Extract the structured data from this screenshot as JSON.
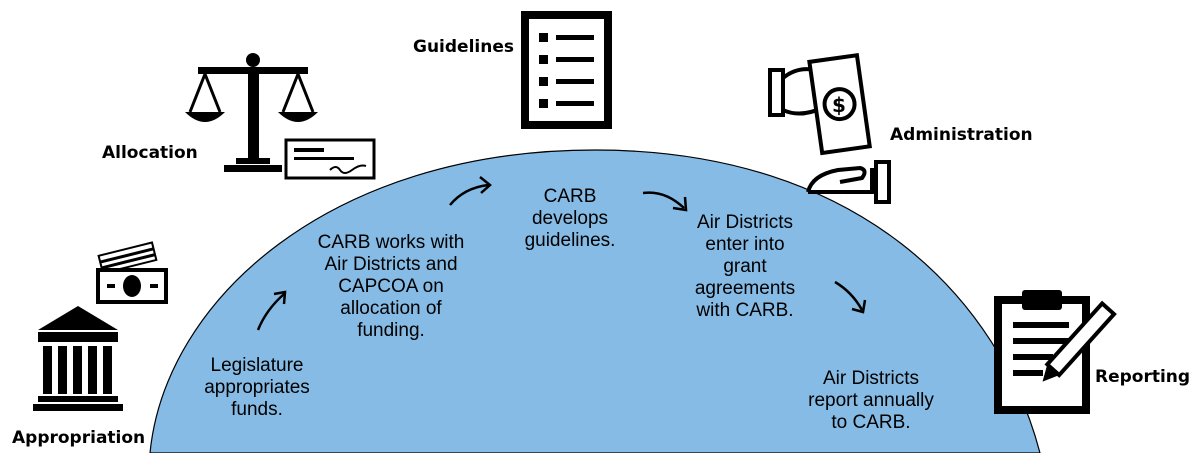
{
  "stages": {
    "appropriation": "Appropriation",
    "allocation": "Allocation",
    "guidelines": "Guidelines",
    "administration": "Administration",
    "reporting": "Reporting"
  },
  "steps": {
    "legislature": "Legislature\nappropriates\nfunds.",
    "carb_works": "CARB works with\nAir Districts and\nCAPCOA on\nallocation of\nfunding.",
    "carb_develops": "CARB\ndevelops\nguidelines.",
    "air_enter": "Air Districts\nenter into\ngrant\nagreements\nwith CARB.",
    "air_report": "Air Districts\nreport annually\nto CARB."
  },
  "colors": {
    "dome": "#85bbe5",
    "ink": "#000000"
  },
  "icons": [
    "bank-with-money-icon",
    "scales-with-check-icon",
    "checklist-icon",
    "money-exchange-icon",
    "clipboard-pencil-icon"
  ]
}
